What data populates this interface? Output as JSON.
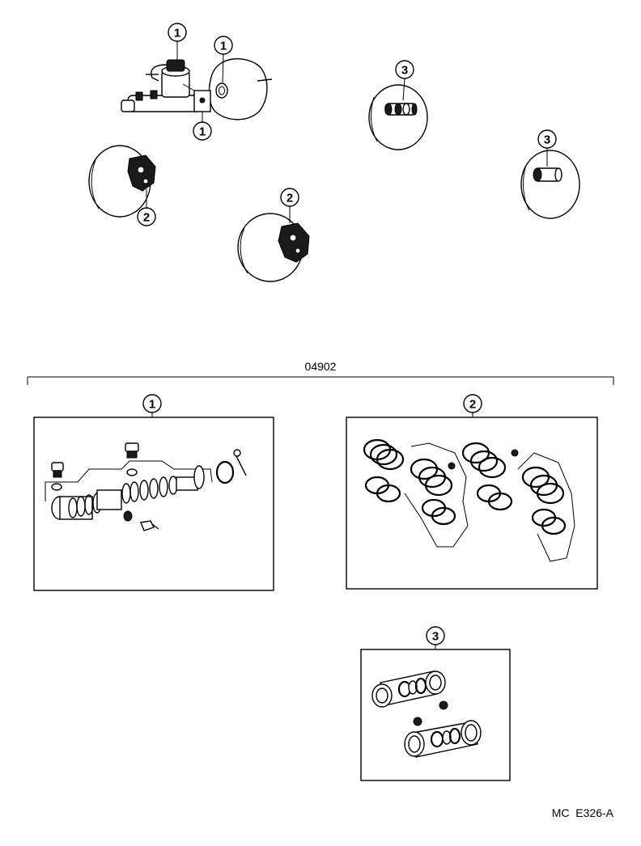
{
  "diagram": {
    "kit_part_number": "04902",
    "figure_code": "MC  E326-A",
    "callouts": {
      "one": "1",
      "two": "2",
      "three": "3"
    },
    "icons": {
      "master-cylinder": "master-cylinder-icon",
      "brake-booster": "brake-booster-icon",
      "caliper": "caliper-icon",
      "wheel-cylinder": "wheel-cylinder-icon",
      "repair-kit": "repair-kit-icon"
    }
  }
}
